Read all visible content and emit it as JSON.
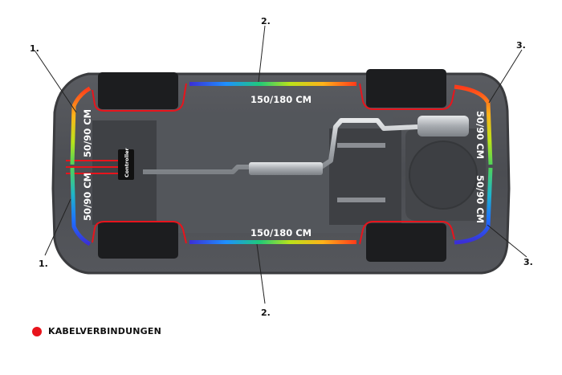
{
  "callouts": {
    "front_top": "1.",
    "front_bottom": "1.",
    "side_top": "2.",
    "side_bottom": "2.",
    "rear_top": "3.",
    "rear_bottom": "3."
  },
  "strips": {
    "side_top": "150/180 CM",
    "side_bottom": "150/180 CM",
    "front_upper": "50/90 CM",
    "front_lower": "50/90 CM",
    "rear_upper": "50/90 CM",
    "rear_lower": "50/90 CM"
  },
  "controller_label": "Controller",
  "legend": {
    "label": "KABELVERBINDUNGEN",
    "color": "#e8141c"
  },
  "colors": {
    "body": "#4a4c50",
    "wheel": "#1c1d1f",
    "cable": "#e8141c"
  }
}
